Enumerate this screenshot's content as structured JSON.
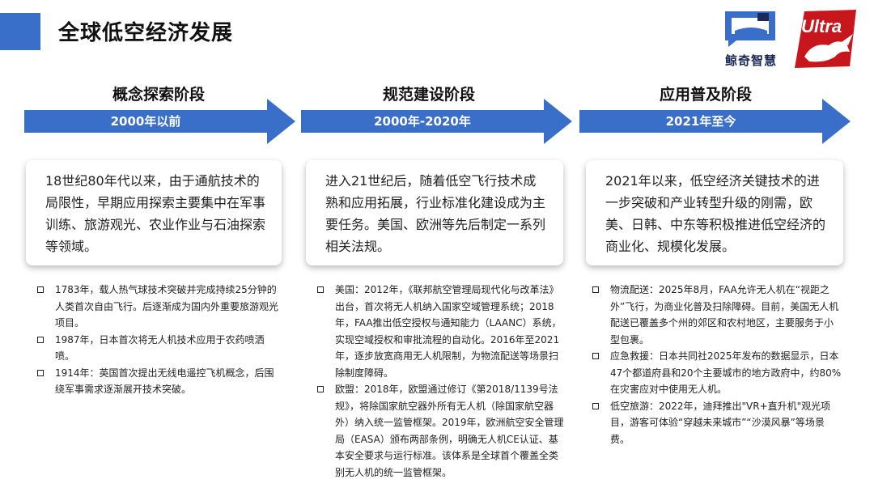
{
  "page": {
    "title": "全球低空经济发展"
  },
  "logos": {
    "jingqi_name": "鲸奇智慧",
    "ultra_text": "Ultra"
  },
  "colors": {
    "accent": "#3a6fc9",
    "text": "#222222"
  },
  "phases": [
    {
      "title": "概念探索阶段",
      "period": "2000年以前",
      "description": "18世纪80年代以来，由于通航技术的局限性，早期应用探索主要集中在军事训练、旅游观光、农业作业与石油探索等领域。",
      "bullets": [
        "1783年，载人热气球技术突破并完成持续25分钟的人类首次自由飞行。后逐渐成为国内外重要旅游观光项目。",
        "1987年，日本首次将无人机技术应用于农药喷洒喷。",
        "1914年：英国首次提出无线电遥控飞机概念，后围绕军事需求逐渐展开技术突破。"
      ]
    },
    {
      "title": "规范建设阶段",
      "period": "2000年-2020年",
      "description": "进入21世纪后，随着低空飞行技术成熟和应用拓展，行业标准化建设成为主要任务。美国、欧洲等先后制定一系列相关法规。",
      "bullets": [
        "美国：2012年，《联邦航空管理局现代化与改革法》出台，首次将无人机纳入国家空域管理系统；2018年，FAA推出低空授权与通知能力（LAANC）系统，实现空域授权和审批流程的自动化。2016年至2021年，逐步放宽商用无人机限制，为物流配送等场景扫除制度障碍。",
        "欧盟：2018年，欧盟通过修订《第2018/1139号法规》，将除国家航空器外所有无人机（除国家航空器外）纳入统一监管框架。2019年，欧洲航空安全管理局（EASA）颁布两部条例，明确无人机CE认证、基本安全要求与运行标准。该体系是全球首个覆盖全类别无人机的统一监管框架。"
      ]
    },
    {
      "title": "应用普及阶段",
      "period": "2021年至今",
      "description": "2021年以来，低空经济关键技术的进一步突破和产业转型升级的刚需，欧美、日韩、中东等积极推进低空经济的商业化、规模化发展。",
      "bullets": [
        "物流配送：2025年8月，FAA允许无人机在“视距之外”飞行，为商业化普及扫除障碍。目前，美国无人机配送已覆盖多个州的郊区和农村地区，主要服务于小型包裹。",
        "应急救援：日本共同社2025年发布的数据显示，日本47个都道府县和20个主要城市的地方政府中，约80%在灾害应对中使用无人机。",
        "低空旅游：2022年，迪拜推出\"VR+直升机\"观光项目，游客可体验“穿越未来城市”“沙漠风暴”等场景费。"
      ]
    }
  ]
}
